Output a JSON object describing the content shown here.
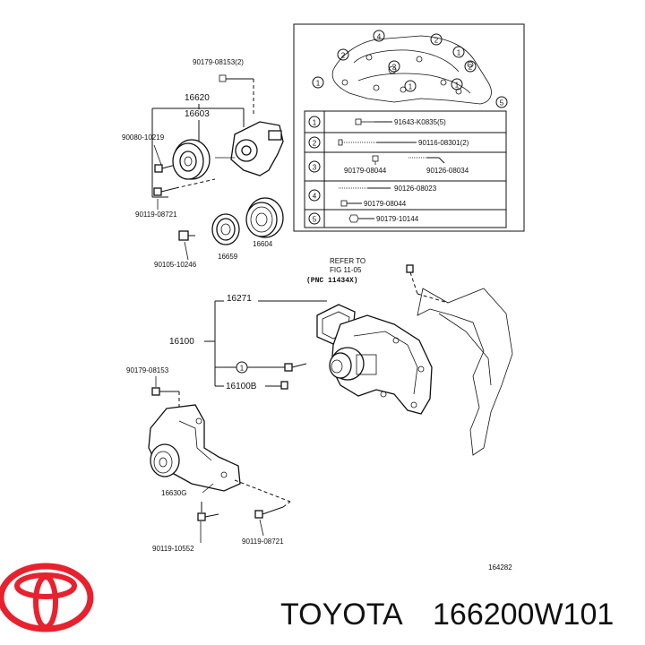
{
  "labels": {
    "p90179_08153_2": "90179-08153(2)",
    "p16620": "16620",
    "p16603": "16603",
    "p90080_10219": "90080-10219",
    "p90119_08721_a": "90119-08721",
    "p90105_10246": "90105-10246",
    "p16659": "16659",
    "p16604": "16604",
    "refer": "REFER TO",
    "fig": "FIG 11-05",
    "pnc": "(PNC 11434X)",
    "p16271": "16271",
    "p16100": "16100",
    "p90179_08153": "90179-08153",
    "p16100B": "16100B",
    "p16630G": "16630G",
    "p90119_10552": "90119-10552",
    "p90119_08721_b": "90119-08721",
    "ref_no": "164282",
    "circle1": "1"
  },
  "legend": {
    "rows": [
      {
        "num": "1",
        "parts": [
          "91643-K0835(5)"
        ]
      },
      {
        "num": "2",
        "parts": [
          "90116-08301(2)"
        ]
      },
      {
        "num": "3",
        "parts": [
          "90179-08044",
          "90126-08034"
        ]
      },
      {
        "num": "4",
        "parts": [
          "90126-08023",
          "90179-08044"
        ]
      },
      {
        "num": "5",
        "parts": [
          "90179-10144"
        ]
      }
    ],
    "callouts": [
      "1",
      "2",
      "3",
      "4",
      "5"
    ]
  },
  "brand": {
    "name": "TOYOTA",
    "part_number": "166200W101",
    "logo_color": "#e8212e"
  }
}
